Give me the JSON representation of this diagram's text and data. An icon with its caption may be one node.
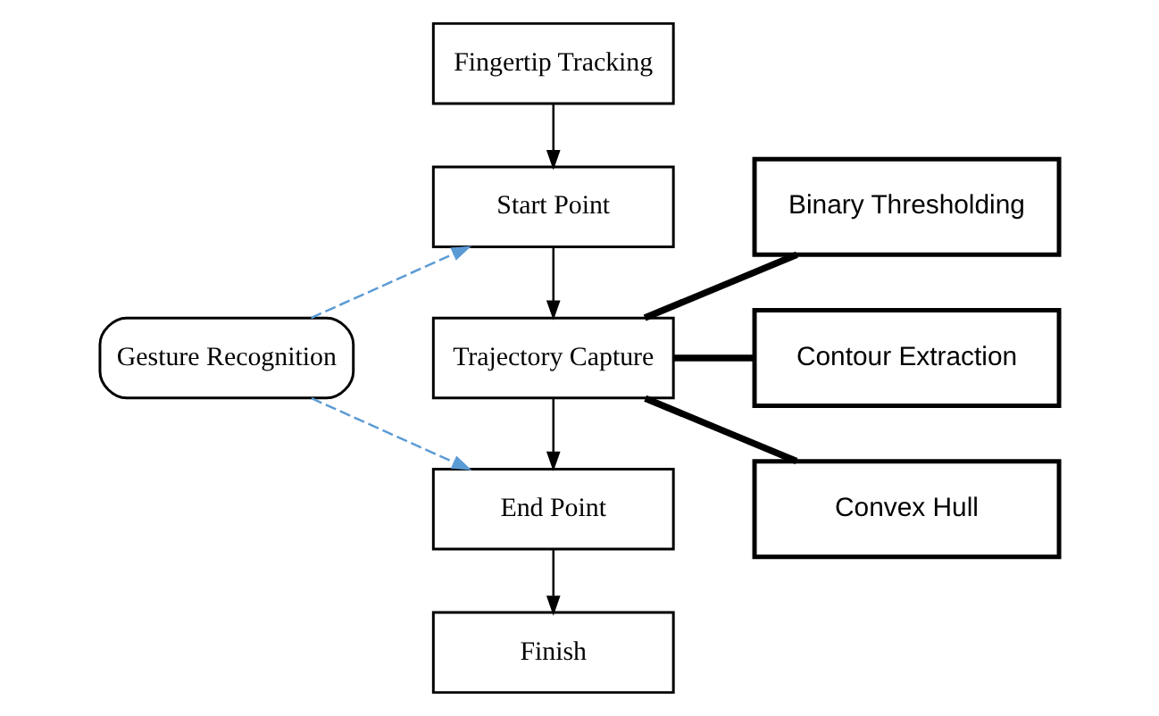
{
  "diagram": {
    "nodes": [
      {
        "text": [
          "Fingertip Tracking"
        ]
      },
      {
        "text": [
          "Start Point"
        ]
      },
      {
        "text": [
          "Trajectory Capture"
        ]
      },
      {
        "text": [
          "Binary Thresholding"
        ]
      },
      {
        "text": [
          "Contour Extraction"
        ]
      },
      {
        "text": [
          "Convex Hull"
        ]
      },
      {
        "text": [
          "Gesture Recognition"
        ]
      },
      {
        "text": [
          "End Point"
        ]
      },
      {
        "text": [
          "Finish"
        ]
      }
    ],
    "edges": [
      {
        "from": 0,
        "to": 1,
        "arrow": "to"
      },
      {
        "from": 1,
        "to": 2,
        "arrow": "to"
      },
      {
        "from": 2,
        "to": 3,
        "arrow": "none",
        "style": "thick"
      },
      {
        "from": 2,
        "to": 4,
        "arrow": "none",
        "style": "thick"
      },
      {
        "from": 2,
        "to": 5,
        "arrow": "none",
        "style": "thick"
      },
      {
        "from": 6,
        "to": 1,
        "arrow": "to",
        "style": "dashed",
        "color": "#5b9bd5"
      },
      {
        "from": 6,
        "to": 7,
        "arrow": "to",
        "style": "dashed",
        "color": "#5b9bd5"
      },
      {
        "from": 2,
        "to": 7,
        "arrow": "to"
      },
      {
        "from": 7,
        "to": 8,
        "arrow": "to"
      }
    ]
  }
}
